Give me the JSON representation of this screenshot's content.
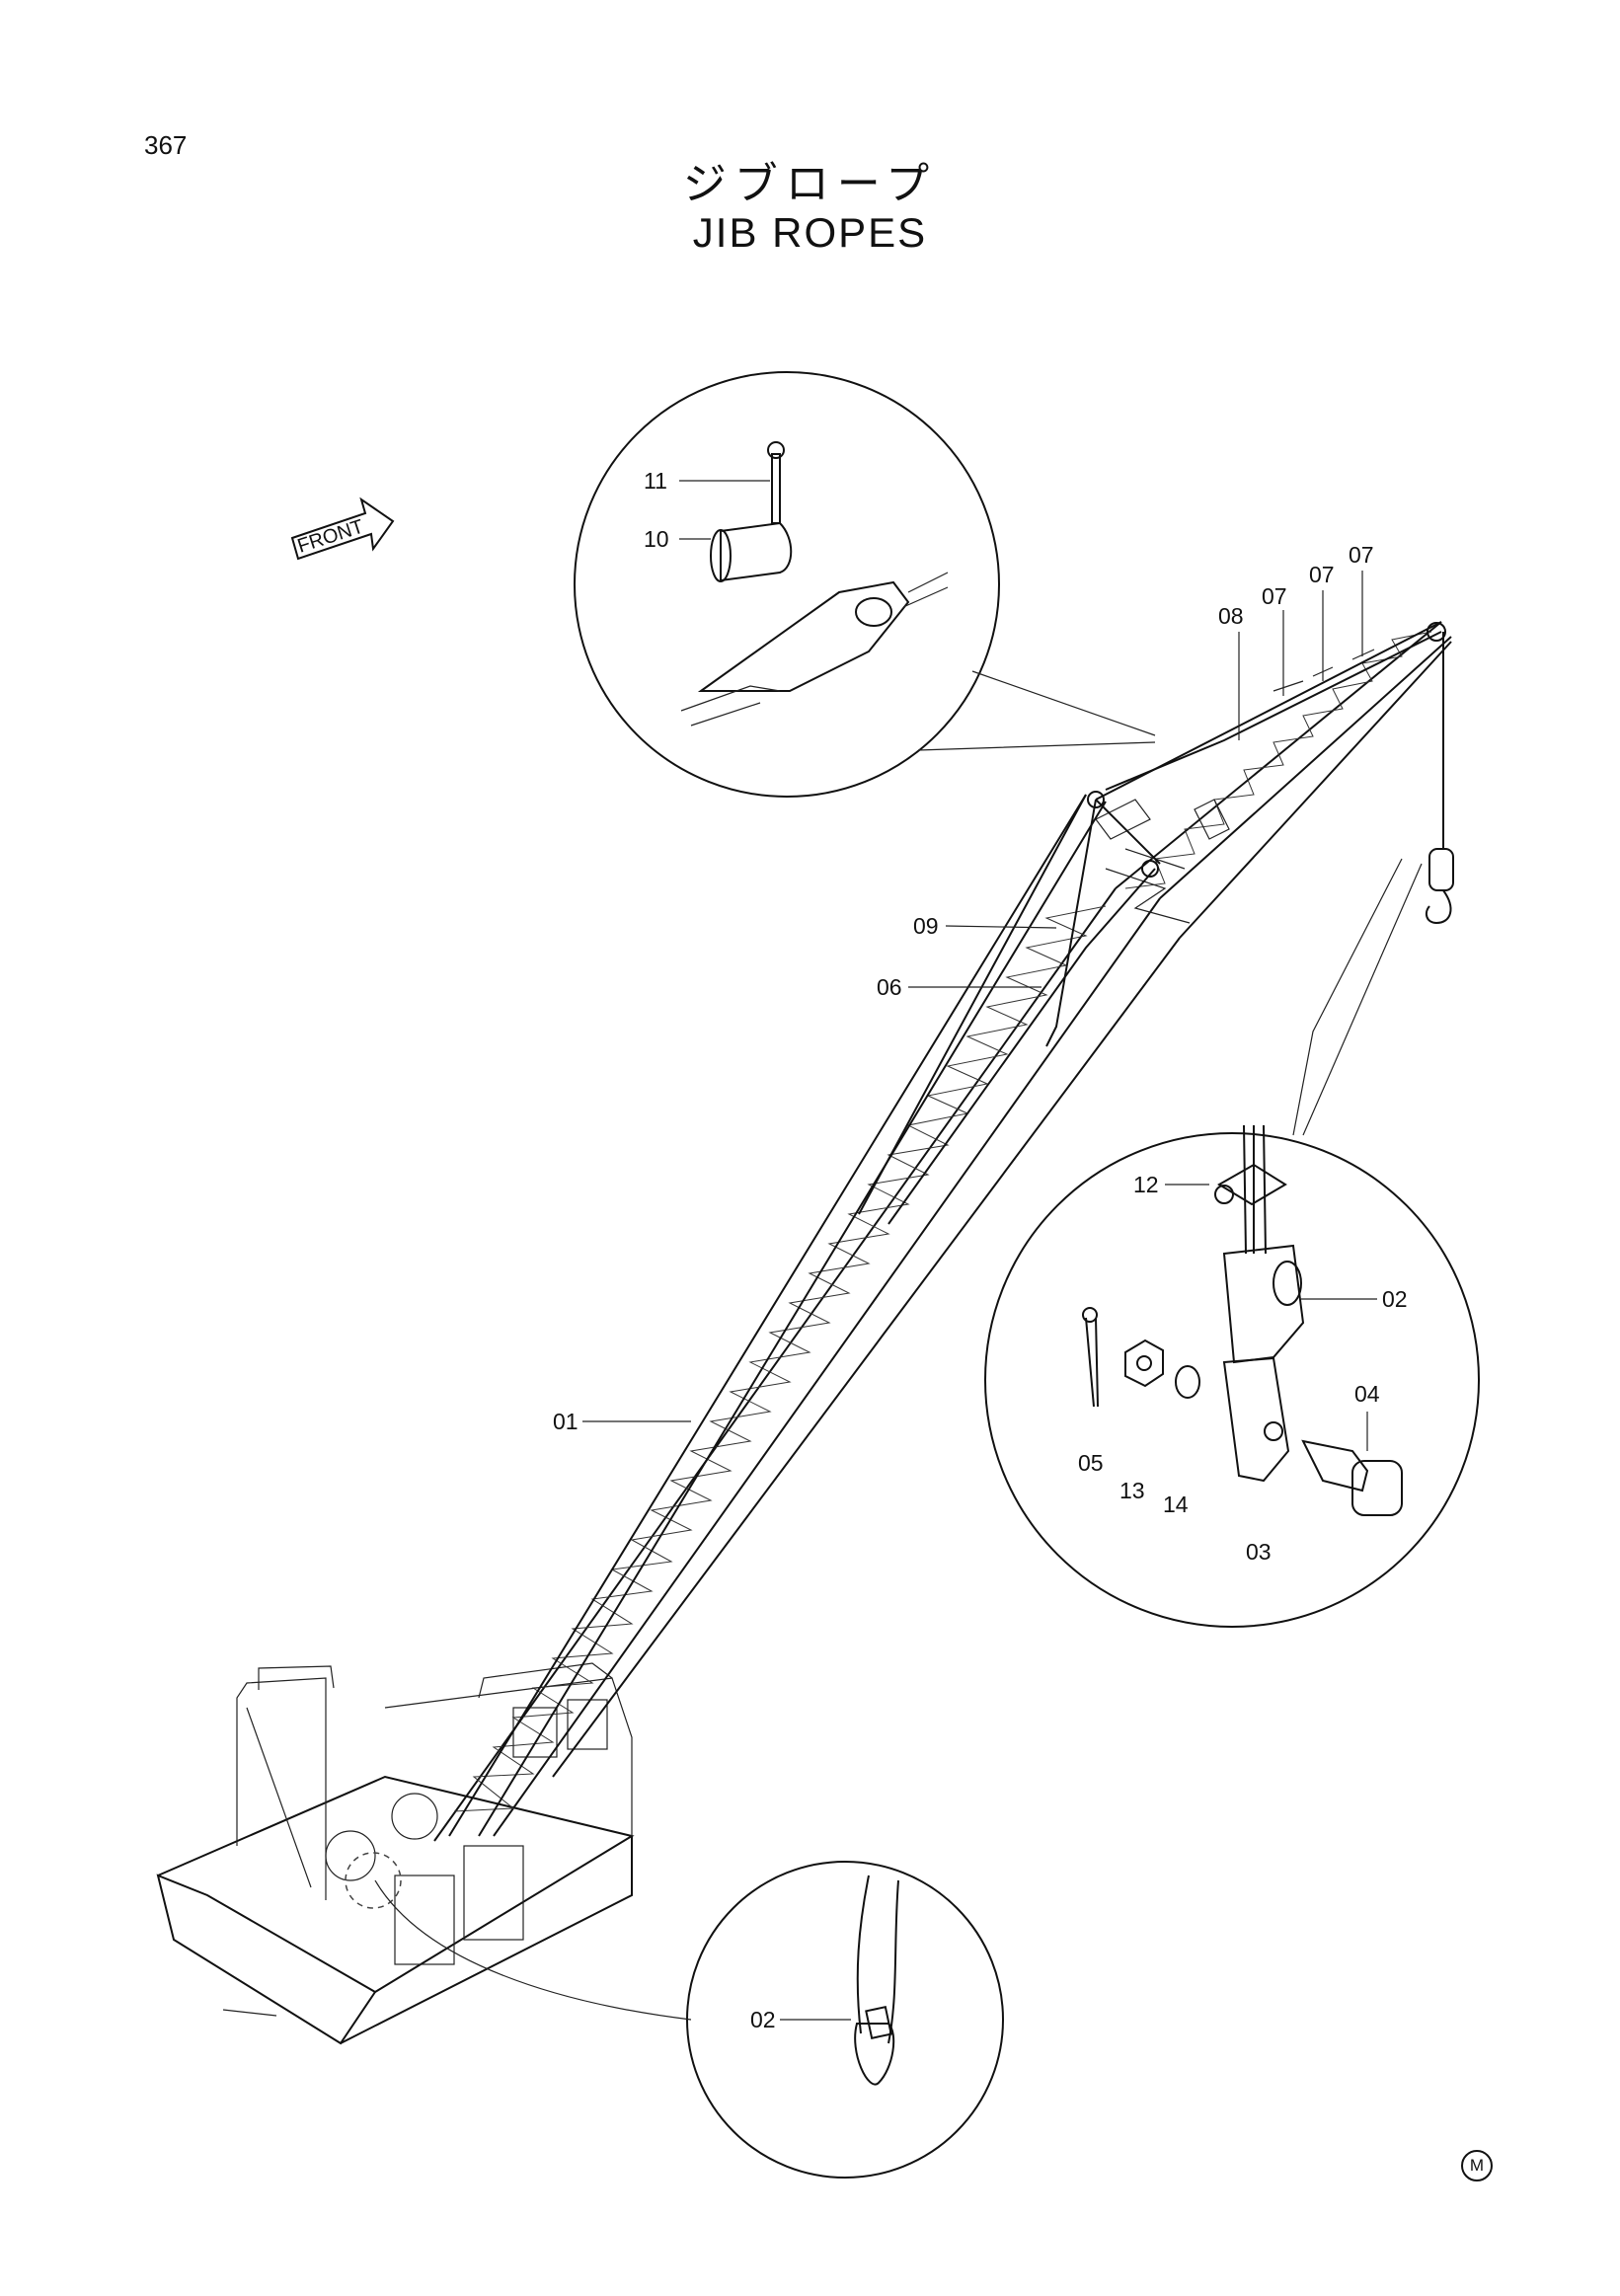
{
  "page": {
    "number": "367",
    "title_jp": "ジブロープ",
    "title_en": "JIB ROPES",
    "corner_mark": "M"
  },
  "diagram": {
    "front_marker": "FRONT",
    "callouts": [
      {
        "id": "01"
      },
      {
        "id": "02"
      },
      {
        "id": "02"
      },
      {
        "id": "03"
      },
      {
        "id": "04"
      },
      {
        "id": "05"
      },
      {
        "id": "06"
      },
      {
        "id": "07"
      },
      {
        "id": "07"
      },
      {
        "id": "07"
      },
      {
        "id": "08"
      },
      {
        "id": "09"
      },
      {
        "id": "10"
      },
      {
        "id": "11"
      },
      {
        "id": "12"
      },
      {
        "id": "13"
      },
      {
        "id": "14"
      }
    ]
  }
}
